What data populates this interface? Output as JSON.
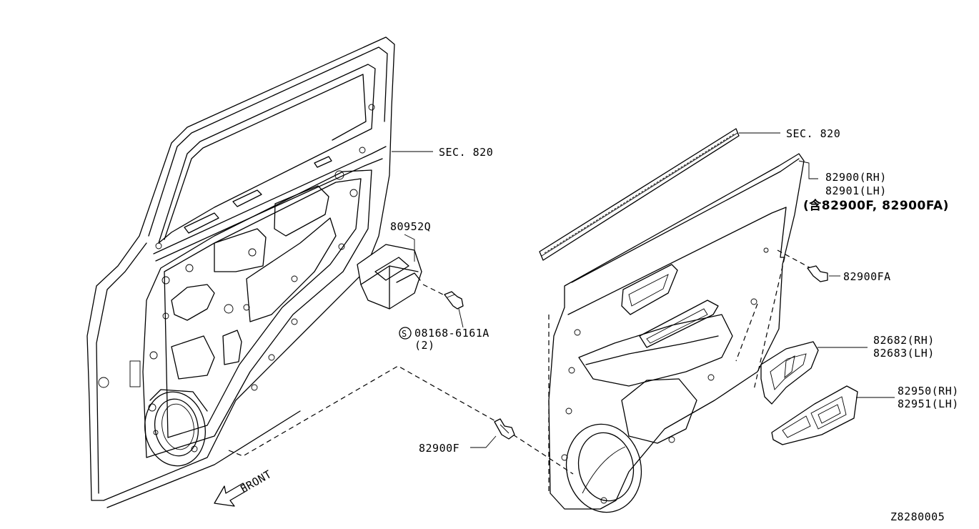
{
  "callouts": {
    "sec_left": "SEC. 820",
    "sec_right": "SEC. 820",
    "part_80952q": "80952Q",
    "screw_code": "08168-6161A",
    "screw_qty": "(2)",
    "clip_82900f": "82900F",
    "clip_82900fa": "82900FA",
    "trim_rh": "82900(RH)",
    "trim_lh": "82901(LH)",
    "trim_includes": "(含82900F, 82900FA)",
    "escutcheon_rh": "82682(RH)",
    "escutcheon_lh": "82683(LH)",
    "switch_rh": "82950(RH)",
    "switch_lh": "82951(LH)",
    "front": "FRONT",
    "diagram_code": "Z8280005"
  },
  "icons": {
    "front_arrow": "front-direction-arrow-icon",
    "screw_symbol": "circled-s-icon"
  }
}
